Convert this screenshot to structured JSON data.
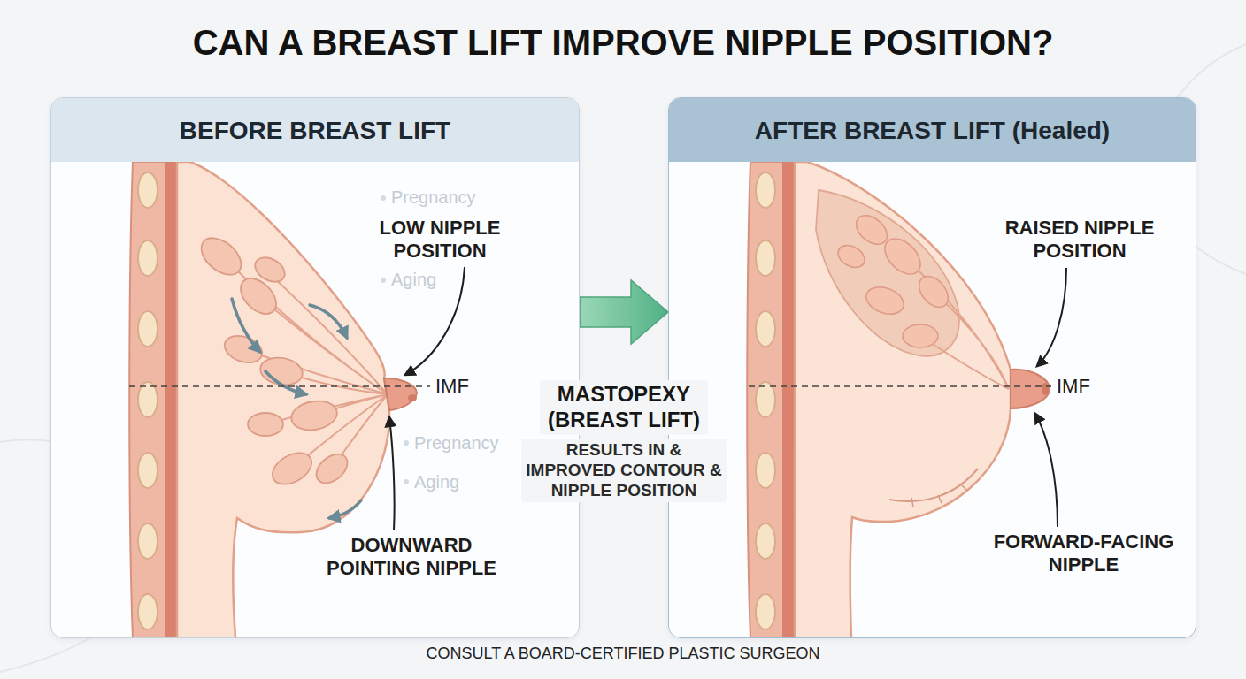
{
  "diagram": {
    "title": "CAN A BREAST LIFT IMPROVE NIPPLE POSITION?",
    "caption": "CONSULT A BOARD-CERTIFIED PLASTIC SURGEON",
    "nodes": [
      {
        "text": [
          "BEFORE BREAST LIFT"
        ]
      },
      {
        "text": [
          "AFTER BREAST LIFT (Healed)"
        ]
      }
    ],
    "edges": [
      {
        "from": 0,
        "to": 1,
        "arrow": "to"
      }
    ],
    "labels": [
      "LOW NIPPLE POSITION",
      "Pregnancy",
      "Aging",
      "IMF",
      "Pregnancy",
      "Aging",
      "DOWNWARD POINTING NIPPLE",
      "MASTOPEXY (BREAST LIFT)",
      "RESULTS IN & IMPROVED CONTOUR & NIPPLE POSITION",
      "RAISED NIPPLE POSITION",
      "IMF",
      "FORWARD-FACING NIPPLE"
    ]
  }
}
